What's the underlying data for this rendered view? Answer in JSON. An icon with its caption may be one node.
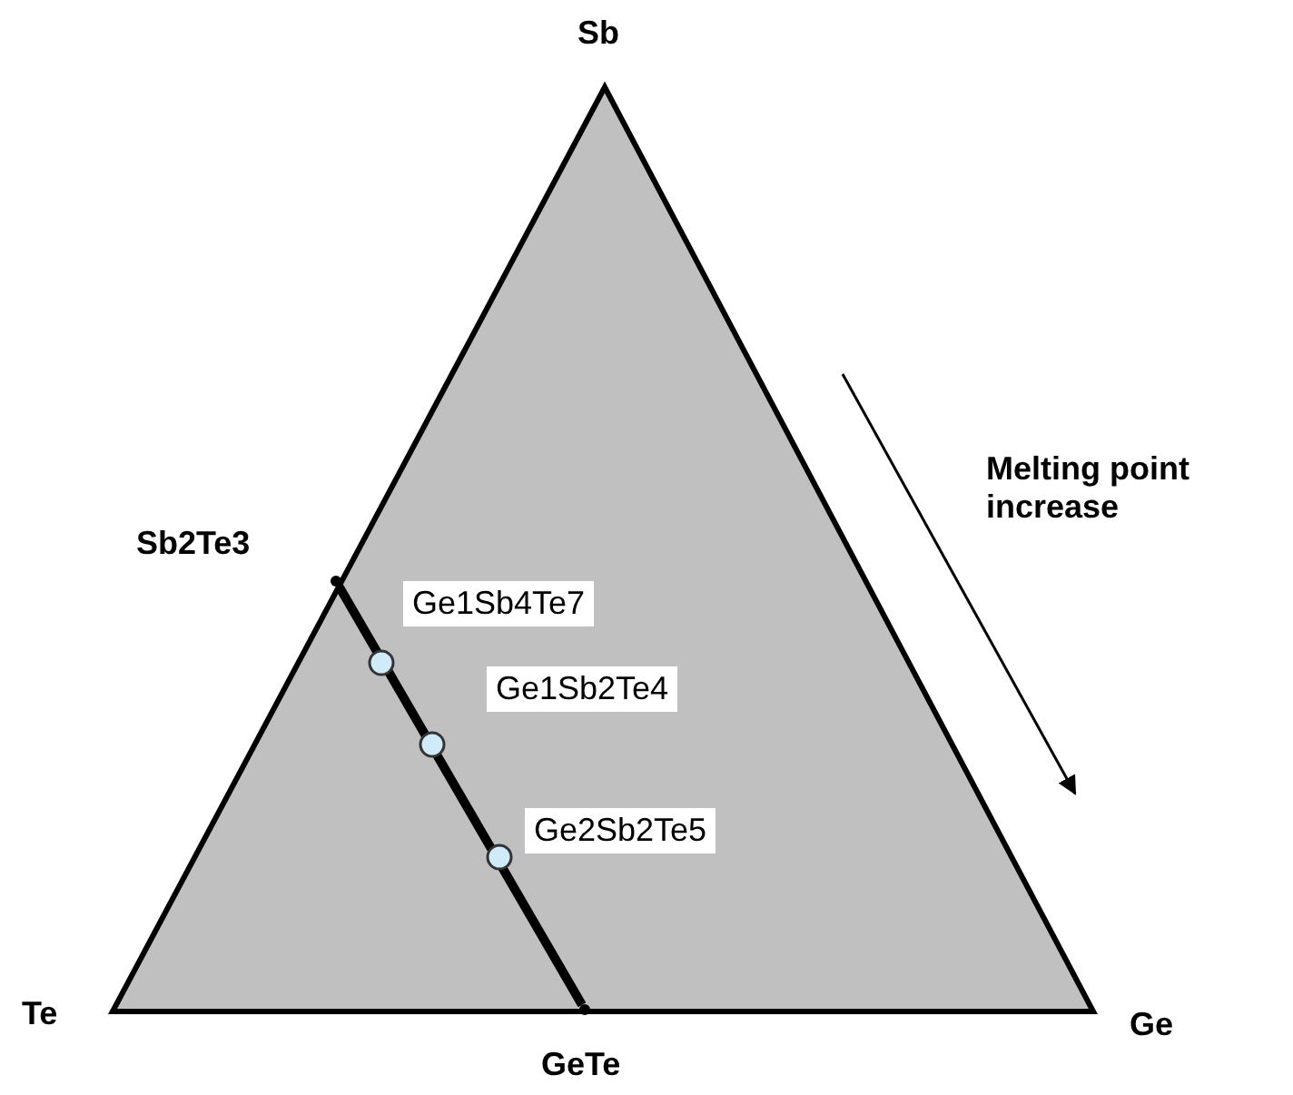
{
  "diagram": {
    "nodes": [
      {
        "text": [],
        "shape": "circle"
      },
      {
        "text": [],
        "shape": "circle"
      }
    ],
    "edges": [
      {
        "from": 0,
        "to": 1,
        "arrow": "none"
      }
    ],
    "labels": [
      "Sb",
      "Melting point increase",
      "Sb2Te3",
      "Ge1Sb4Te7",
      "Ge1Sb2Te4",
      "Ge2Sb2Te5",
      "Te",
      "Ge",
      "GeTe"
    ]
  }
}
